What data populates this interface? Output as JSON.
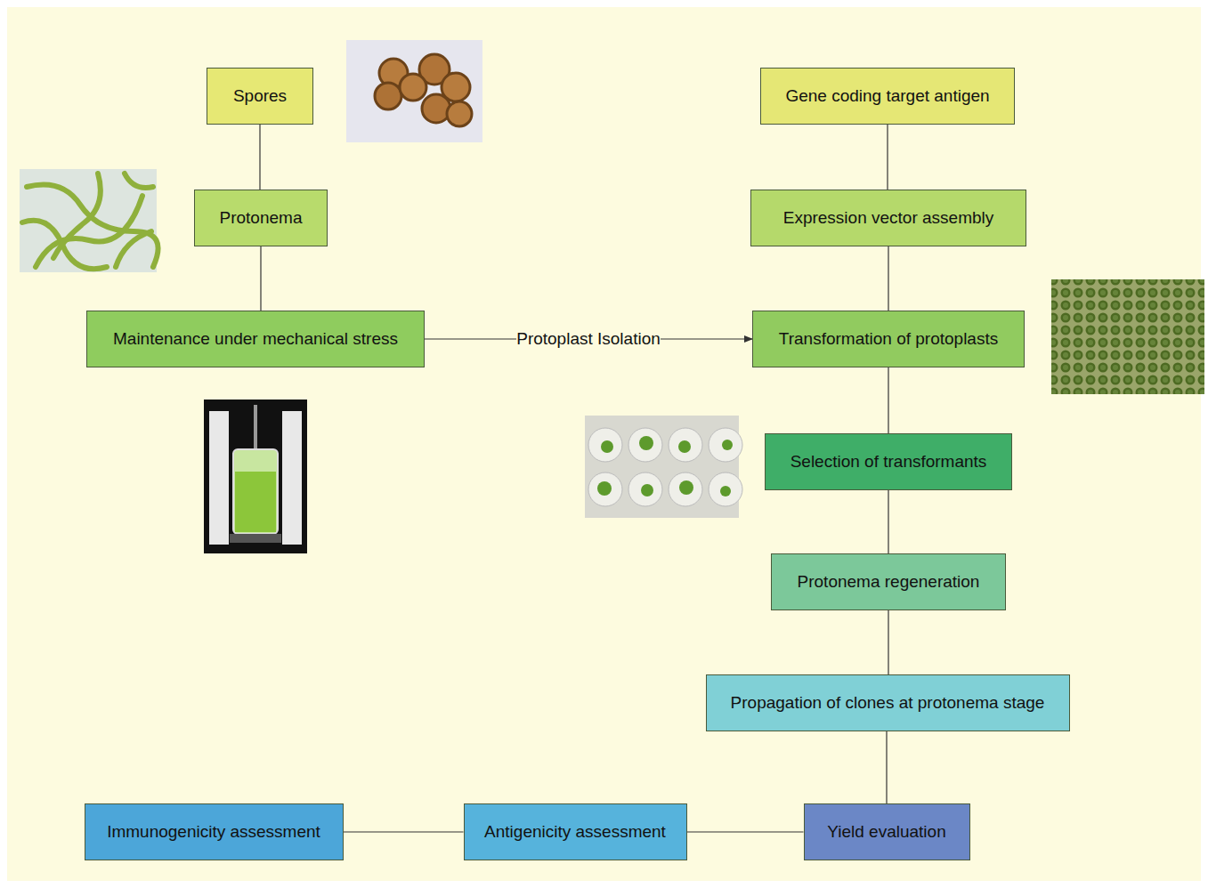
{
  "diagram": {
    "nodes": [
      {
        "text": [
          "Spores"
        ]
      },
      {
        "text": [
          "Protonema"
        ]
      },
      {
        "text": [
          "Maintenance under mechanical stress"
        ]
      },
      {
        "text": [
          "Gene coding target antigen"
        ]
      },
      {
        "text": [
          "Expression vector assembly"
        ]
      },
      {
        "text": [
          "Transformation of protoplasts"
        ]
      },
      {
        "text": [
          "Selection of transformants"
        ]
      },
      {
        "text": [
          "Protonema regeneration"
        ]
      },
      {
        "text": [
          "Propagation of clones at protonema stage"
        ]
      },
      {
        "text": [
          "Yield evaluation"
        ]
      },
      {
        "text": [
          "Antigenicity assessment"
        ]
      },
      {
        "text": [
          "Immunogenicity assessment"
        ]
      }
    ],
    "edges": [
      {
        "from": 0,
        "to": 1,
        "arrow": "none"
      },
      {
        "from": 1,
        "to": 2,
        "arrow": "none"
      },
      {
        "from": 2,
        "to": 5,
        "label": "Protoplast Isolation",
        "arrow": "to"
      },
      {
        "from": 3,
        "to": 4,
        "arrow": "none"
      },
      {
        "from": 4,
        "to": 5,
        "arrow": "none"
      },
      {
        "from": 5,
        "to": 6,
        "arrow": "none"
      },
      {
        "from": 6,
        "to": 7,
        "arrow": "none"
      },
      {
        "from": 7,
        "to": 8,
        "arrow": "none"
      },
      {
        "from": 8,
        "to": 9,
        "arrow": "none"
      },
      {
        "from": 9,
        "to": 10,
        "arrow": "none"
      },
      {
        "from": 10,
        "to": 11,
        "arrow": "none"
      }
    ]
  }
}
